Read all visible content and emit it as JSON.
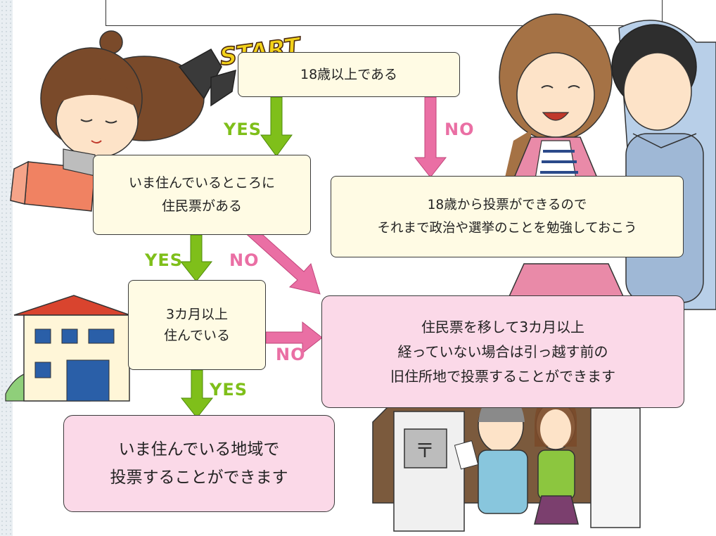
{
  "start_label": "START",
  "nodes": {
    "q_age": "18歳以上である",
    "q_registry_line1": "いま住んでいるところに",
    "q_registry_line2": "住民票がある",
    "result_under18_line1": "18歳から投票ができるので",
    "result_under18_line2": "それまで政治や選挙のことを勉強しておこう",
    "q_three_months_line1": "3カ月以上",
    "q_three_months_line2": "住んでいる",
    "result_old_address_line1": "住民票を移して3カ月以上",
    "result_old_address_line2": "経っていない場合は引っ越す前の",
    "result_old_address_line3": "旧住所地で投票することができます",
    "result_local_line1": "いま住んでいる地域で",
    "result_local_line2": "投票することができます"
  },
  "edge_labels": {
    "yes": "YES",
    "no": "NO"
  },
  "colors": {
    "yes_arrow": "#7fbf1a",
    "no_arrow": "#ea6fa4",
    "question_fill": "#fffbe4",
    "result_fill": "#fbd9e8"
  }
}
